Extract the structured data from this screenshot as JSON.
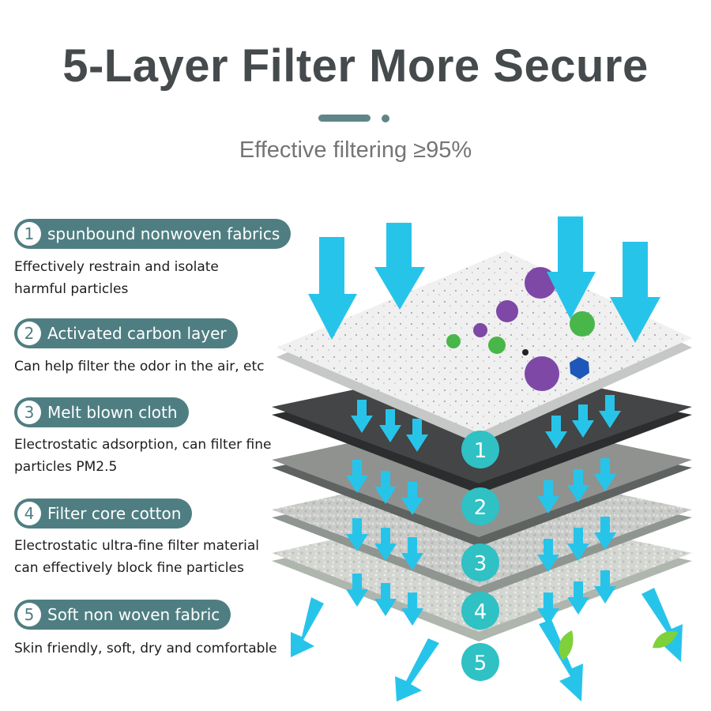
{
  "title": "5-Layer Filter More Secure",
  "subtitle": "Effective filtering ≥95%",
  "layers": [
    {
      "number": "1",
      "name": "spunbound nonwoven fabrics",
      "description": [
        "Effectively restrain and isolate",
        "harmful particles"
      ]
    },
    {
      "number": "2",
      "name": "Activated carbon layer",
      "description": [
        "Can help filter the odor in the air, etc"
      ]
    },
    {
      "number": "3",
      "name": "Melt blown cloth",
      "description": [
        "Electrostatic adsorption, can filter fine",
        "particles PM2.5"
      ]
    },
    {
      "number": "4",
      "name": "Filter core cotton",
      "description": [
        "Electrostatic ultra-fine filter material",
        "can effectively block fine particles"
      ]
    },
    {
      "number": "5",
      "name": "Soft non woven fabric",
      "description": [
        "Skin friendly, soft, dry and comfortable"
      ]
    }
  ],
  "colors": {
    "label_bg": "#4f7e82",
    "arrow": "#27c4ea",
    "badge": "#2fc1c4",
    "title": "#454a4c"
  },
  "icons": [
    "down-arrow-icon",
    "particle-icon",
    "leaf-icon"
  ]
}
